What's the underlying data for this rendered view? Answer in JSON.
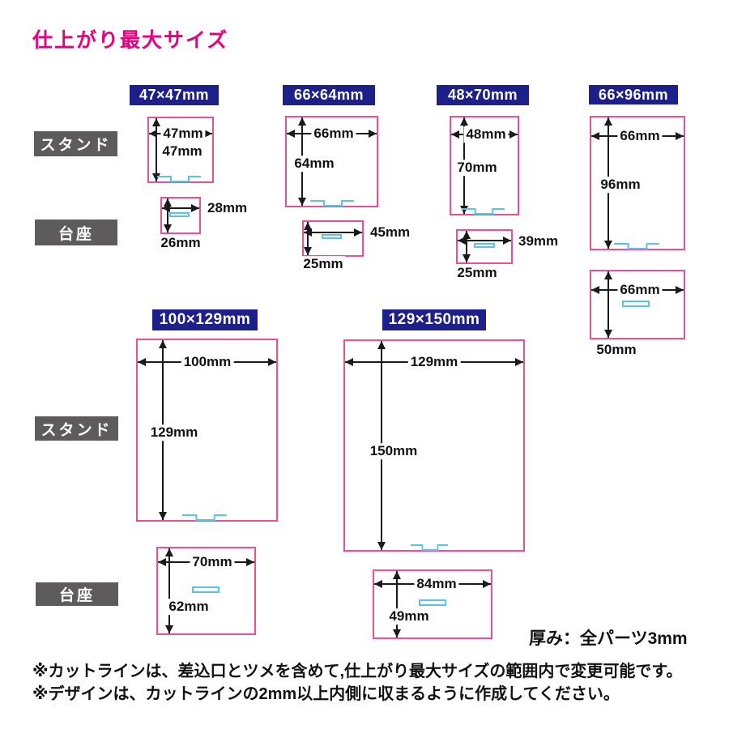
{
  "title": "仕上がり最大サイズ",
  "section_labels": {
    "stand": "スタンド",
    "base": "台座"
  },
  "thickness_note": "厚み：全パーツ3mm",
  "footnotes": {
    "line1": "※カットラインは、差込口とツメを含めて,仕上がり最大サイズの範囲内で変更可能です。",
    "line2": "※デザインは、カットラインの2mm以上内側に収まるように作成してください。"
  },
  "variants": [
    {
      "header": "47×47mm",
      "stand": {
        "w": "47mm",
        "h": "47mm",
        "w_mm": 47,
        "h_mm": 47
      },
      "base": {
        "w": "28mm",
        "h": "26mm",
        "w_mm": 28,
        "h_mm": 26
      }
    },
    {
      "header": "66×64mm",
      "stand": {
        "w": "66mm",
        "h": "64mm",
        "w_mm": 66,
        "h_mm": 64
      },
      "base": {
        "w": "45mm",
        "h": "25mm",
        "w_mm": 45,
        "h_mm": 25
      }
    },
    {
      "header": "48×70mm",
      "stand": {
        "w": "48mm",
        "h": "70mm",
        "w_mm": 48,
        "h_mm": 70
      },
      "base": {
        "w": "39mm",
        "h": "25mm",
        "w_mm": 39,
        "h_mm": 25
      }
    },
    {
      "header": "66×96mm",
      "stand": {
        "w": "66mm",
        "h": "96mm",
        "w_mm": 66,
        "h_mm": 96
      },
      "base": {
        "w": "66mm",
        "h": "50mm",
        "w_mm": 66,
        "h_mm": 50
      }
    },
    {
      "header": "100×129mm",
      "stand": {
        "w": "100mm",
        "h": "129mm",
        "w_mm": 100,
        "h_mm": 129
      },
      "base": {
        "w": "70mm",
        "h": "62mm",
        "w_mm": 70,
        "h_mm": 62
      }
    },
    {
      "header": "129×150mm",
      "stand": {
        "w": "129mm",
        "h": "150mm",
        "w_mm": 129,
        "h_mm": 150
      },
      "base": {
        "w": "84mm",
        "h": "49mm",
        "w_mm": 84,
        "h_mm": 49
      }
    }
  ],
  "colors": {
    "accent_pink": "#e4007f",
    "cutline_pink": "#e8509a",
    "header_navy": "#1d2088",
    "label_gray": "#5d5b5b",
    "tab_cyan": "#59c3e9",
    "arrow_black": "#1a1a1a"
  }
}
